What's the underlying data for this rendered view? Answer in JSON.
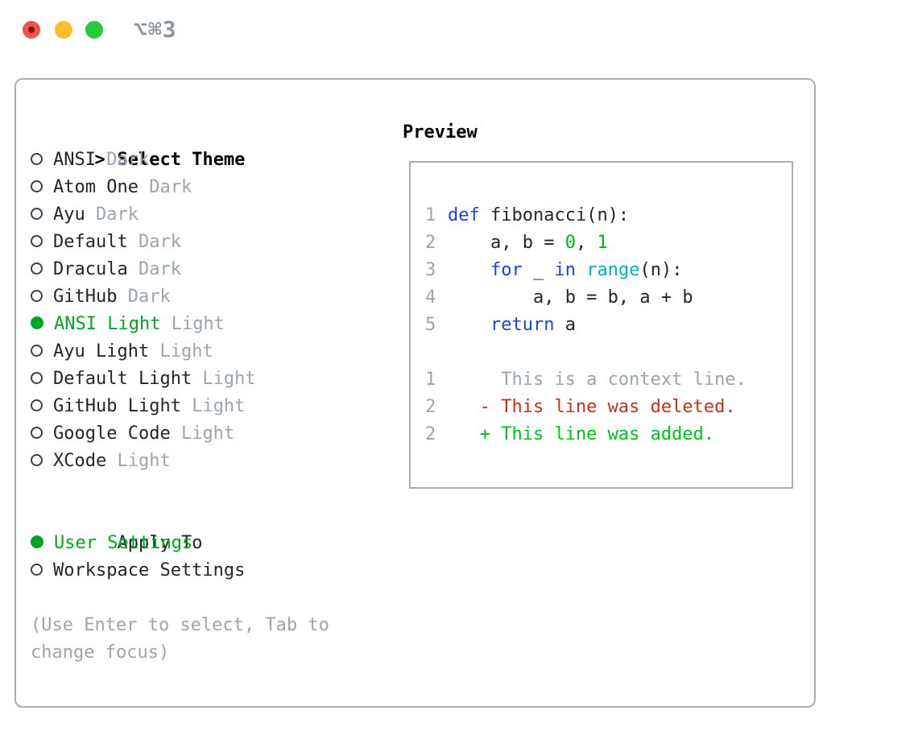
{
  "titlebar": {
    "shortcut": "⌥⌘3",
    "traffic_lights": [
      "close",
      "minimize",
      "zoom"
    ]
  },
  "theme_selector": {
    "prompt": ">",
    "title": "Select Theme",
    "items": [
      {
        "name": "ANSI",
        "variant": "Dark",
        "selected": false
      },
      {
        "name": "Atom One",
        "variant": "Dark",
        "selected": false
      },
      {
        "name": "Ayu",
        "variant": "Dark",
        "selected": false
      },
      {
        "name": "Default",
        "variant": "Dark",
        "selected": false
      },
      {
        "name": "Dracula",
        "variant": "Dark",
        "selected": false
      },
      {
        "name": "GitHub",
        "variant": "Dark",
        "selected": false
      },
      {
        "name": "ANSI Light",
        "variant": "Light",
        "selected": true
      },
      {
        "name": "Ayu Light",
        "variant": "Light",
        "selected": false
      },
      {
        "name": "Default Light",
        "variant": "Light",
        "selected": false
      },
      {
        "name": "GitHub Light",
        "variant": "Light",
        "selected": false
      },
      {
        "name": "Google Code",
        "variant": "Light",
        "selected": false
      },
      {
        "name": "XCode",
        "variant": "Light",
        "selected": false
      }
    ],
    "apply_to": {
      "title": "Apply To",
      "options": [
        {
          "label": "User Settings",
          "selected": true
        },
        {
          "label": "Workspace Settings",
          "selected": false
        }
      ]
    },
    "help_text": "(Use Enter to select, Tab to change focus)"
  },
  "preview": {
    "title": "Preview",
    "code_lines": [
      {
        "num": "1",
        "tokens": [
          {
            "text": "def",
            "type": "keyword"
          },
          {
            "text": " fibonacci(n):",
            "type": "plain"
          }
        ]
      },
      {
        "num": "2",
        "tokens": [
          {
            "text": "    a, b = ",
            "type": "plain"
          },
          {
            "text": "0",
            "type": "number"
          },
          {
            "text": ", ",
            "type": "plain"
          },
          {
            "text": "1",
            "type": "number"
          }
        ]
      },
      {
        "num": "3",
        "tokens": [
          {
            "text": "    ",
            "type": "plain"
          },
          {
            "text": "for",
            "type": "keyword"
          },
          {
            "text": " _ ",
            "type": "plain"
          },
          {
            "text": "in",
            "type": "keyword"
          },
          {
            "text": " ",
            "type": "plain"
          },
          {
            "text": "range",
            "type": "builtin"
          },
          {
            "text": "(n):",
            "type": "plain"
          }
        ]
      },
      {
        "num": "4",
        "tokens": [
          {
            "text": "        a, b = b, a + b",
            "type": "plain"
          }
        ]
      },
      {
        "num": "5",
        "tokens": [
          {
            "text": "    ",
            "type": "plain"
          },
          {
            "text": "return",
            "type": "keyword"
          },
          {
            "text": " a",
            "type": "plain"
          }
        ]
      }
    ],
    "diff_lines": [
      {
        "num": "1",
        "text": "     This is a context line.",
        "type": "context"
      },
      {
        "num": "2",
        "text": "   - This line was deleted.",
        "type": "deleted"
      },
      {
        "num": "2",
        "text": "   + This line was added.",
        "type": "added"
      }
    ]
  },
  "colors": {
    "accent_green": "#00a622",
    "keyword_blue": "#1b45d8",
    "builtin_cyan": "#00b0be",
    "number_green": "#00b40f",
    "diff_added_green": "#00c214",
    "diff_deleted_red": "#c43018",
    "muted_gray": "#9aa5b1",
    "border_gray": "#a6aeb8",
    "traffic_red": "#f4514d",
    "traffic_yellow": "#fdbc2e",
    "traffic_green": "#27c93f"
  }
}
